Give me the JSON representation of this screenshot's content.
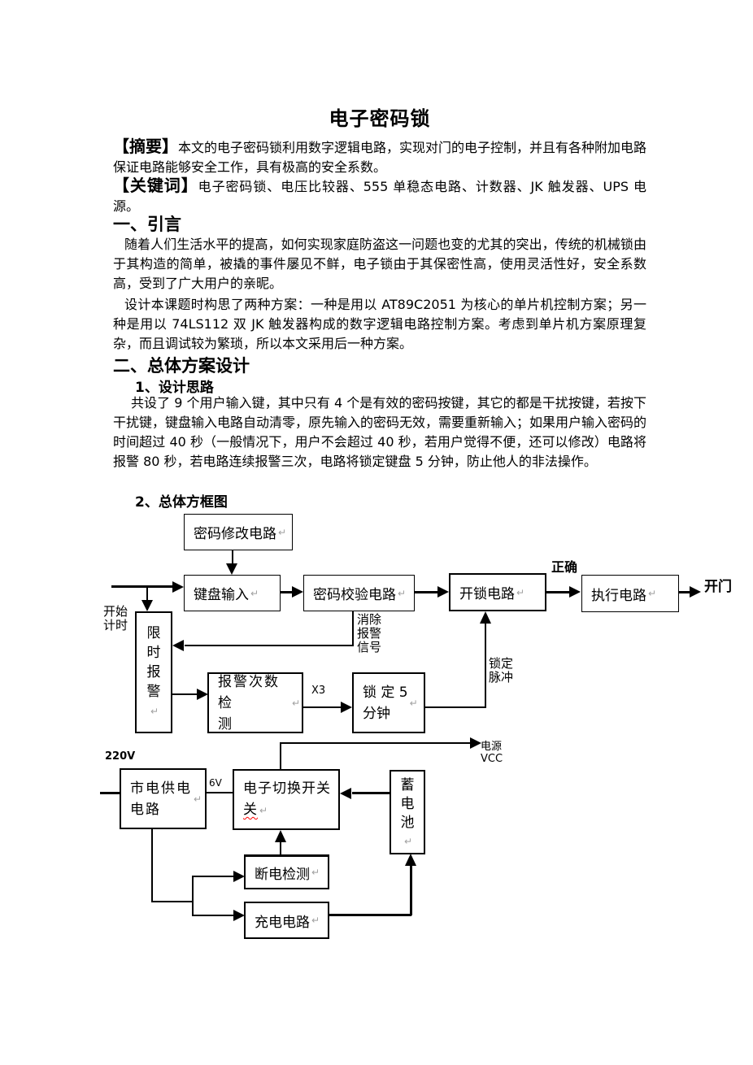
{
  "page": {
    "title": "电子密码锁"
  },
  "abstract": {
    "label": "【摘要】",
    "text": "本文的电子密码锁利用数字逻辑电路，实现对门的电子控制，并且有各种附加电路保证电路能够安全工作，具有极高的安全系数。"
  },
  "keywords": {
    "label": "【关键词】",
    "text": "电子密码锁、电压比较器、555 单稳态电路、计数器、JK 触发器、UPS 电源。"
  },
  "sections": {
    "intro_heading": "一、引言",
    "intro_p1": "随着人们生活水平的提高，如何实现家庭防盗这一问题也变的尤其的突出，传统的机械锁由于其构造的简单，被撬的事件屡见不鲜，电子锁由于其保密性高，使用灵活性好，安全系数高，受到了广大用户的亲昵。",
    "intro_p2": "设计本课题时构思了两种方案：一种是用以 AT89C2051 为核心的单片机控制方案；另一种是用以 74LS112 双 JK 触发器构成的数字逻辑电路控制方案。考虑到单片机方案原理复杂，而且调试较为繁琐，所以本文采用后一种方案。",
    "design_heading": "二、总体方案设计",
    "sub1_heading": "1、设计思路",
    "sub1_p": "共设了 9 个用户输入键，其中只有 4 个是有效的密码按键，其它的都是干扰按键，若按下干扰键，键盘输入电路自动清零，原先输入的密码无效，需要重新输入；如果用户输入密码的时间超过 40 秒（一般情况下，用户不会超过 40 秒，若用户觉得不便，还可以修改）电路将报警 80 秒，若电路连续报警三次，电路将锁定键盘 5 分钟，防止他人的非法操作。",
    "sub2_heading": "2、总体方框图"
  },
  "diagram": {
    "return_mark": "↵",
    "boxes": {
      "pwd_modify": {
        "label": "密码修改电路"
      },
      "keyboard": {
        "label": "键盘输入"
      },
      "pwd_check": {
        "label": "密码校验电路"
      },
      "unlock": {
        "label": "开锁电路"
      },
      "execute": {
        "label": "执行电路"
      },
      "timed_alarm": {
        "label": "限\n时\n报\n警"
      },
      "alarm_count": {
        "label": "报警次数检\n测"
      },
      "lock5min": {
        "label": "锁 定  5\n分钟"
      },
      "mains": {
        "label": "市电供电\n电路"
      },
      "eswitch": {
        "line1": "电子切换开关",
        "line2": "关"
      },
      "battery": {
        "label": "蓄\n电\n池"
      },
      "power_detect": {
        "label": "断电检测"
      },
      "charge": {
        "label": "充电电路"
      }
    },
    "labels": {
      "start_timing": "开始\n计时",
      "correct": "正确",
      "open_door": "开门",
      "clear_alarm": "消除\n报警\n信号",
      "x3": "X3",
      "lock_pulse": "锁定\n脉冲",
      "v220": "220V",
      "v6": "6V",
      "power_vcc": "电源\nVCC"
    }
  }
}
